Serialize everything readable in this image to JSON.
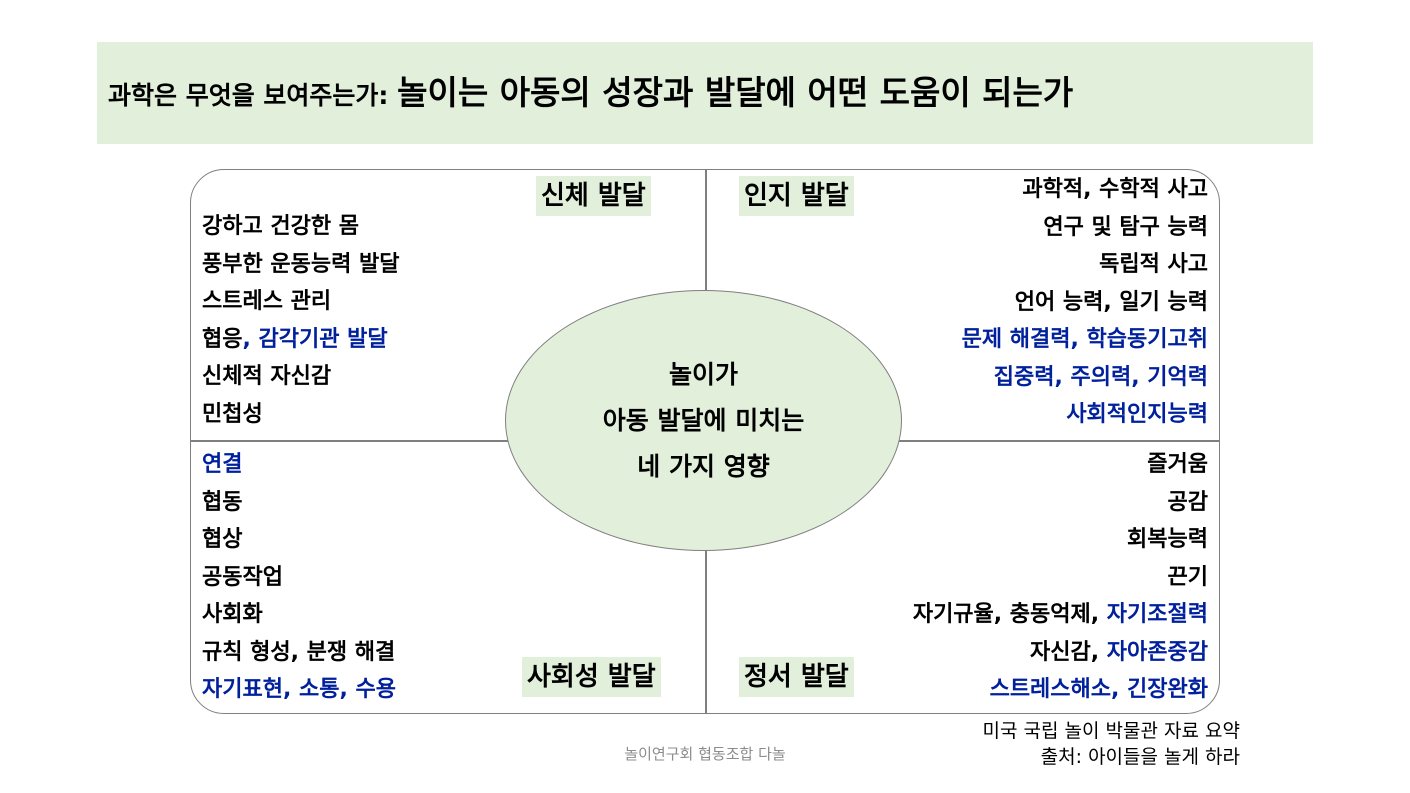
{
  "title": {
    "prefix": "과학은 무엇을 보여주는가: ",
    "main": "놀이는 아동의 성장과 발달에 어떤 도움이 되는가"
  },
  "center": {
    "lines": [
      "놀이가",
      "아동 발달에 미치는",
      "네 가지 영향"
    ]
  },
  "quadrants": {
    "physical": {
      "label": "신체 발달",
      "items": [
        {
          "text": "강하고 건강한 몸"
        },
        {
          "text": "풍부한 운동능력 발달"
        },
        {
          "text": "스트레스 관리"
        },
        {
          "text": "협응",
          "blue": ", 감각기관 발달"
        },
        {
          "text": "신체적 자신감"
        },
        {
          "text": "민첩성"
        }
      ]
    },
    "cognitive": {
      "label": "인지 발달",
      "items": [
        {
          "text": "과학적, 수학적 사고"
        },
        {
          "text": "연구 및 탐구 능력"
        },
        {
          "text": "독립적 사고"
        },
        {
          "text": "언어 능력, 일기 능력"
        },
        {
          "blue": "문제 해결력, 학습동기고취"
        },
        {
          "blue": "집중력, 주의력, 기억력"
        },
        {
          "blue": "사회적인지능력"
        }
      ]
    },
    "social": {
      "label": "사회성 발달",
      "items": [
        {
          "blue": "연결"
        },
        {
          "text": "협동"
        },
        {
          "text": "협상"
        },
        {
          "text": "공동작업"
        },
        {
          "text": "사회화"
        },
        {
          "text": "규칙 형성, 분쟁 해결"
        },
        {
          "blue": "자기표현, 소통, 수용"
        }
      ]
    },
    "emotional": {
      "label": "정서 발달",
      "items": [
        {
          "text": "즐거움"
        },
        {
          "text": "공감"
        },
        {
          "text": "회복능력"
        },
        {
          "text": "끈기"
        },
        {
          "text": "자기규율, 충동억제, ",
          "blue": "자기조절력"
        },
        {
          "text": "자신감, ",
          "blue": "자아존중감"
        },
        {
          "blue": "스트레스해소, 긴장완화"
        }
      ]
    }
  },
  "source": {
    "line1": "미국 국립 놀이 박물관 자료 요약",
    "line2": "출처: 아이들을 놀게 하라"
  },
  "footer": "놀이연구회 협동조합 다놀",
  "colors": {
    "band": "#e2efda",
    "blue_text": "#00209c",
    "border": "#7f7f7f"
  }
}
